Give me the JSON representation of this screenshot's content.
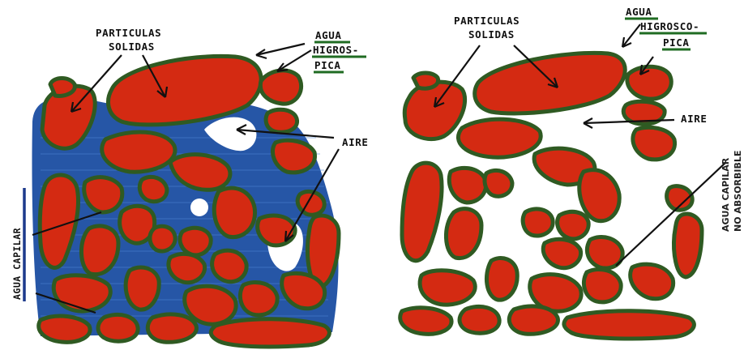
{
  "left_panel": {
    "labels": {
      "particulas_1": "PARTICULAS",
      "particulas_2": "SOLIDAS",
      "agua_1": "AGUA",
      "agua_2": "HIGROS-",
      "agua_3": "PICA",
      "aire": "AIRE",
      "capilar": "AGUA CAPILAR"
    }
  },
  "right_panel": {
    "labels": {
      "particulas_1": "PARTICULAS",
      "particulas_2": "SOLIDAS",
      "agua_1": "AGUA",
      "agua_2": "HIGROSCO-",
      "agua_3": "PICA",
      "aire": "AIRE",
      "capilar_1": "AGUA CAPILAR",
      "capilar_2": "NO ABSORBIBLE"
    }
  },
  "colors": {
    "particle": "#d42a12",
    "film": "#2f5a22",
    "water": "#2656a6",
    "air": "#ffffff"
  }
}
